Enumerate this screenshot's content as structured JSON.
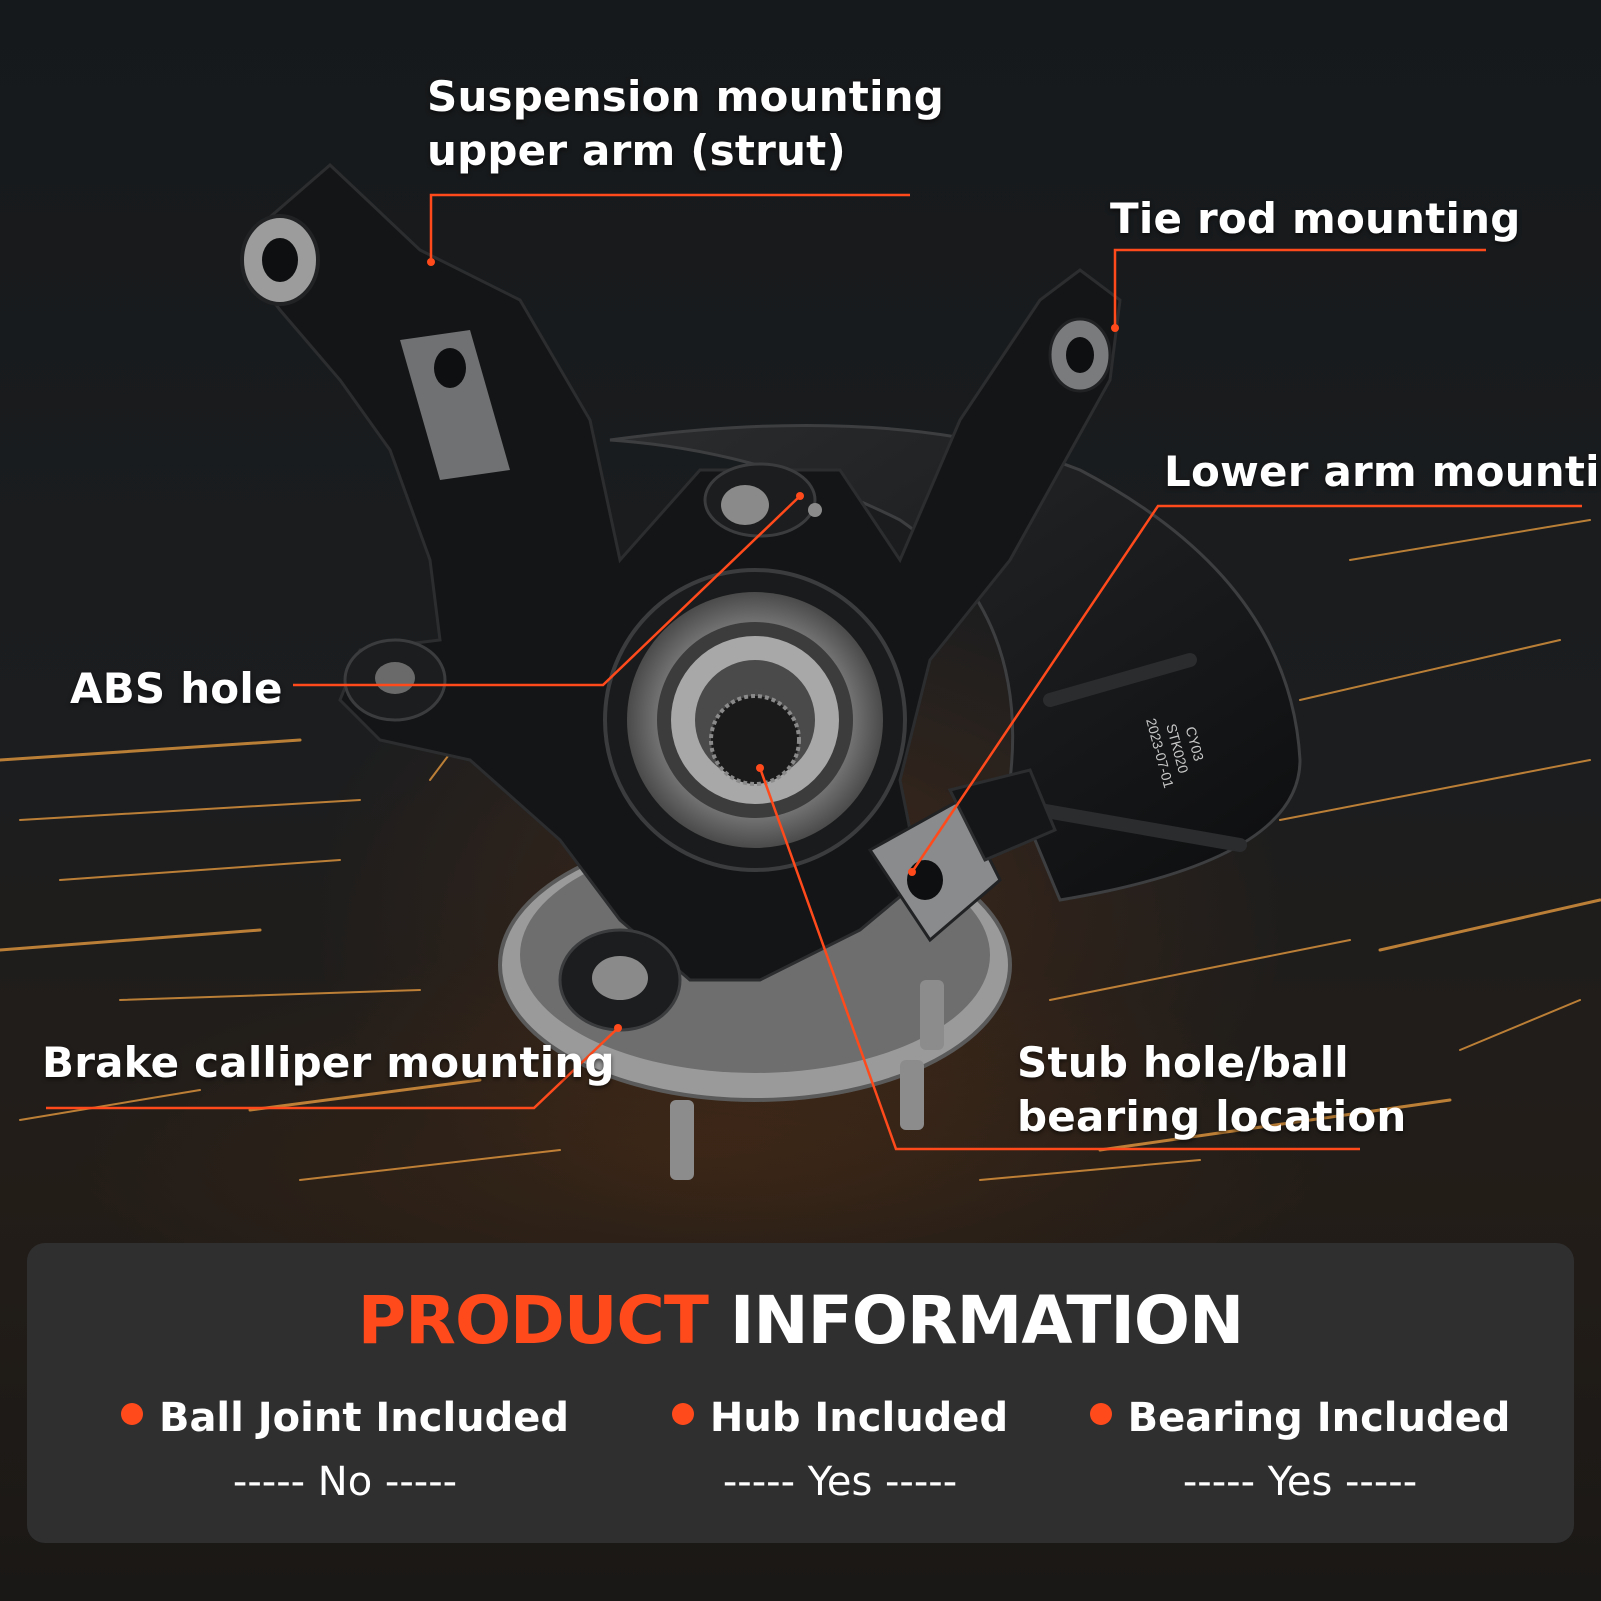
{
  "callouts": {
    "suspension_line1": "Suspension mounting",
    "suspension_line2": "upper arm (strut)",
    "tie_rod": "Tie rod mounting",
    "lower_arm": "Lower arm mounting",
    "abs_hole": "ABS hole",
    "brake_caliper": "Brake calliper mounting",
    "stub_line1": "Stub hole/ball",
    "stub_line2": "bearing location"
  },
  "part_stamp": {
    "line1": "CY03",
    "line2": "STK020",
    "line3": "2023-07-01"
  },
  "product_info": {
    "title_accent": "PRODUCT",
    "title_rest": "INFORMATION",
    "features": [
      {
        "label": "Ball Joint Included",
        "value": "----- No -----"
      },
      {
        "label": "Hub Included",
        "value": "----- Yes -----"
      },
      {
        "label": "Bearing Included",
        "value": "----- Yes -----"
      }
    ]
  },
  "colors": {
    "accent": "#ff4a1c",
    "panel": "#2f2f30",
    "text": "#ffffff"
  }
}
